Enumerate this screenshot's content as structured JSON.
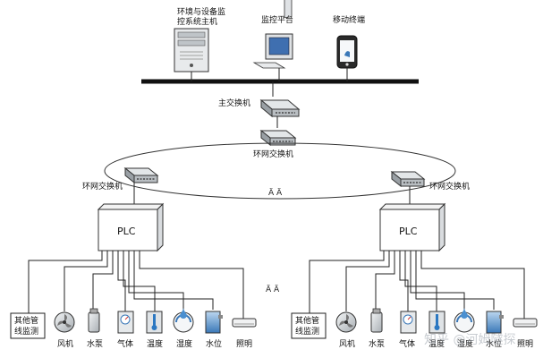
{
  "top_devices": {
    "host_label_line1": "环境与设备监",
    "host_label_line2": "控系统主机",
    "platform_label": "监控平台",
    "mobile_label": "移动终端"
  },
  "network": {
    "main_switch_label": "主交换机",
    "ring_switch_center_label": "环网交换机",
    "ring_switch_left_label": "环网交换机",
    "ring_switch_right_label": "环网交换机",
    "ring_mark_top": "Ä Ä",
    "ring_mark_middle": "Ä Ä"
  },
  "plc": {
    "left_label": "PLC",
    "right_label": "PLC"
  },
  "sensors_left": {
    "other_line1": "其他管",
    "other_line2": "线监测",
    "fan": "风机",
    "pump": "水泵",
    "gas": "气体",
    "temperature": "温度",
    "humidity": "湿度",
    "water_level": "水位",
    "lighting": "照明"
  },
  "sensors_right": {
    "other_line1": "其他管",
    "other_line2": "线监测",
    "fan": "风机",
    "pump": "水泵",
    "gas": "气体",
    "temperature": "温度",
    "humidity": "湿度",
    "water_level": "水位",
    "lighting": "照明"
  },
  "watermark": "知乎 @河姆隧探",
  "colors": {
    "line": "#222222",
    "box_fill": "#ffffff",
    "device_gray": "#cfd3d6",
    "screen_blue": "#3f6fb0",
    "thermo_blue": "#2b78c2"
  }
}
